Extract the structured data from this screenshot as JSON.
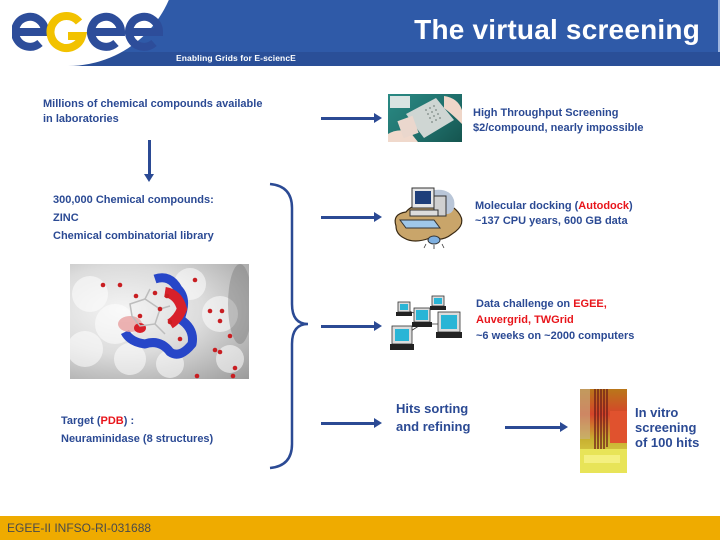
{
  "header": {
    "logo_text": "egee",
    "tagline": "Enabling Grids for E-sciencE",
    "title": "The virtual screening"
  },
  "left_column": {
    "source": {
      "line1": "Millions of chemical compounds available",
      "line2": "in laboratories"
    },
    "library": {
      "line1": "300,000 Chemical compounds:",
      "line2": "ZINC",
      "line3": "Chemical combinatorial library"
    },
    "target": {
      "prefix": "Target (",
      "highlight": "PDB",
      "suffix": ") :",
      "line2": "Neuraminidase (8 structures)"
    },
    "images": {
      "protein": "protein-surface-image"
    }
  },
  "right_column": {
    "hts": {
      "line1": "High Throughput Screening",
      "line2": "$2/compound, nearly impossible",
      "image": "lab-plate-photo"
    },
    "docking": {
      "prefix": "Molecular docking (",
      "highlight": "Autodock",
      "suffix": ")",
      "line2": "~137 CPU years, 600 GB data",
      "image": "computer-clipart"
    },
    "data_challenge": {
      "prefix": "Data challenge on ",
      "highlight1": "EGEE,",
      "highlight2": "Auvergrid, TWGrid",
      "line3": "~6 weeks on ~2000 computers",
      "image": "network-computers-clipart"
    },
    "hits": {
      "line1": "Hits sorting",
      "line2": "and refining"
    },
    "in_vitro": {
      "line1": "In vitro",
      "line2": "screening",
      "line3": "of 100 hits",
      "image": "robot-pipette-photo"
    }
  },
  "footer": {
    "text": "EGEE-II INFSO-RI-031688"
  },
  "colors": {
    "header_blue": "#2f5aa8",
    "text_blue": "#2b4a94",
    "highlight_red": "#e8151b",
    "footer_gold": "#efab00",
    "logo_yellow": "#f2c200"
  }
}
